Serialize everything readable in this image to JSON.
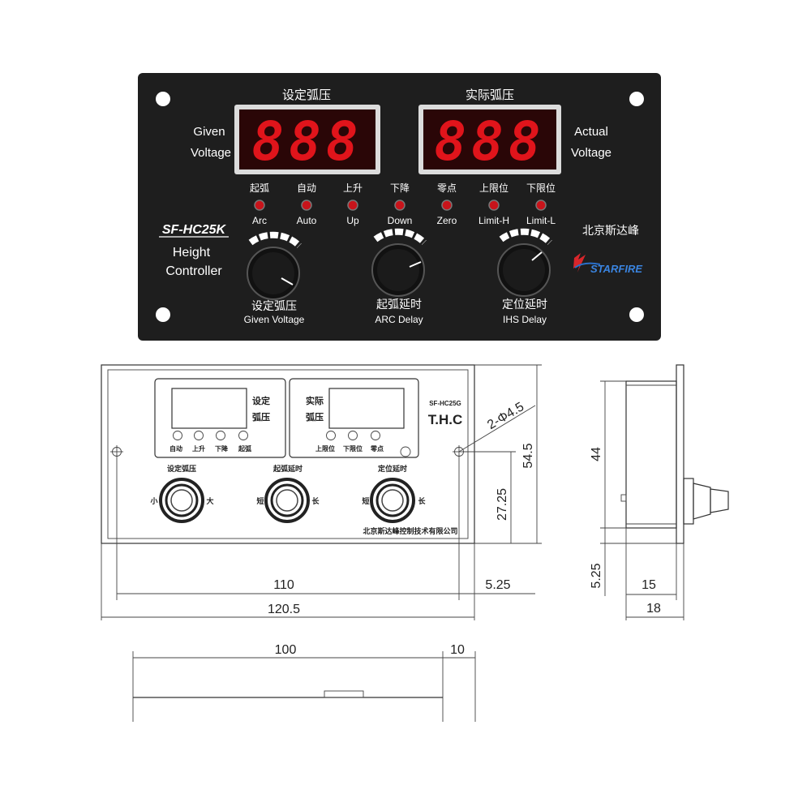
{
  "panel": {
    "left_display": {
      "title_cn": "设定弧压",
      "label_line1": "Given",
      "label_line2": "Voltage",
      "digits": "888"
    },
    "right_display": {
      "title_cn": "实际弧压",
      "label_line1": "Actual",
      "label_line2": "Voltage",
      "digits": "888"
    },
    "leds": [
      {
        "cn": "起弧",
        "en": "Arc"
      },
      {
        "cn": "自动",
        "en": "Auto"
      },
      {
        "cn": "上升",
        "en": "Up"
      },
      {
        "cn": "下降",
        "en": "Down"
      },
      {
        "cn": "零点",
        "en": "Zero"
      },
      {
        "cn": "上限位",
        "en": "Limit-H"
      },
      {
        "cn": "下限位",
        "en": "Limit-L"
      }
    ],
    "model": "SF-HC25K",
    "product_line1": "Height",
    "product_line2": "Controller",
    "company_cn": "北京斯达峰",
    "brand": "STARFIRE",
    "knobs": [
      {
        "cn": "设定弧压",
        "en": "Given Voltage"
      },
      {
        "cn": "起弧延时",
        "en": "ARC Delay"
      },
      {
        "cn": "定位延时",
        "en": "IHS Delay"
      }
    ],
    "colors": {
      "panel": "#1e1e1e",
      "digit": "#e0141b",
      "led": "#c8141b"
    }
  },
  "drawing": {
    "left_box_label": [
      "设定",
      "弧压"
    ],
    "right_box_label": [
      "实际",
      "弧压"
    ],
    "model": "SF-HC25G",
    "thc": "T.H.C",
    "hole_note": "2-Φ4.5",
    "left_buttons": [
      "自动",
      "上升",
      "下降",
      "起弧"
    ],
    "right_buttons": [
      "上限位",
      "下限位",
      "零点"
    ],
    "knobs": [
      {
        "title": "设定弧压",
        "left": "小",
        "right": "大"
      },
      {
        "title": "起弧延时",
        "left": "短",
        "right": "长"
      },
      {
        "title": "定位延时",
        "left": "短",
        "right": "长"
      }
    ],
    "company": "北京斯达峰控制技术有限公司",
    "dims": {
      "d110": "110",
      "d5_25_h": "5.25",
      "d120_5": "120.5",
      "d54_5": "54.5",
      "d27_25": "27.25",
      "d44": "44",
      "d5_25_v": "5.25",
      "d15": "15",
      "d18": "18",
      "d100": "100",
      "d10": "10"
    }
  }
}
